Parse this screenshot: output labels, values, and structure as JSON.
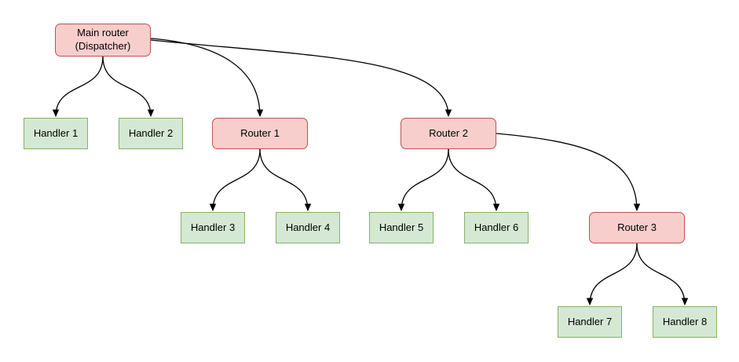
{
  "diagram": {
    "colors": {
      "router_fill": "#f8cecc",
      "router_border": "#b85450",
      "handler_fill": "#d5e8d4",
      "handler_border": "#82b366",
      "edge_color": "#000000",
      "background": "#ffffff"
    },
    "nodes": {
      "main_router": {
        "type": "router",
        "line1": "Main router",
        "line2": "(Dispatcher)"
      },
      "router_1": {
        "type": "router",
        "label": "Router 1"
      },
      "router_2": {
        "type": "router",
        "label": "Router 2"
      },
      "router_3": {
        "type": "router",
        "label": "Router 3"
      },
      "handler_1": {
        "type": "handler",
        "label": "Handler 1"
      },
      "handler_2": {
        "type": "handler",
        "label": "Handler 2"
      },
      "handler_3": {
        "type": "handler",
        "label": "Handler 3"
      },
      "handler_4": {
        "type": "handler",
        "label": "Handler 4"
      },
      "handler_5": {
        "type": "handler",
        "label": "Handler 5"
      },
      "handler_6": {
        "type": "handler",
        "label": "Handler 6"
      },
      "handler_7": {
        "type": "handler",
        "label": "Handler 7"
      },
      "handler_8": {
        "type": "handler",
        "label": "Handler 8"
      }
    },
    "edges": [
      {
        "from": "Main router (Dispatcher)",
        "to": "Handler 1"
      },
      {
        "from": "Main router (Dispatcher)",
        "to": "Handler 2"
      },
      {
        "from": "Main router (Dispatcher)",
        "to": "Router 1"
      },
      {
        "from": "Main router (Dispatcher)",
        "to": "Router 2"
      },
      {
        "from": "Router 1",
        "to": "Handler 3"
      },
      {
        "from": "Router 1",
        "to": "Handler 4"
      },
      {
        "from": "Router 2",
        "to": "Handler 5"
      },
      {
        "from": "Router 2",
        "to": "Handler 6"
      },
      {
        "from": "Router 2",
        "to": "Router 3"
      },
      {
        "from": "Router 3",
        "to": "Handler 7"
      },
      {
        "from": "Router 3",
        "to": "Handler 8"
      }
    ]
  }
}
